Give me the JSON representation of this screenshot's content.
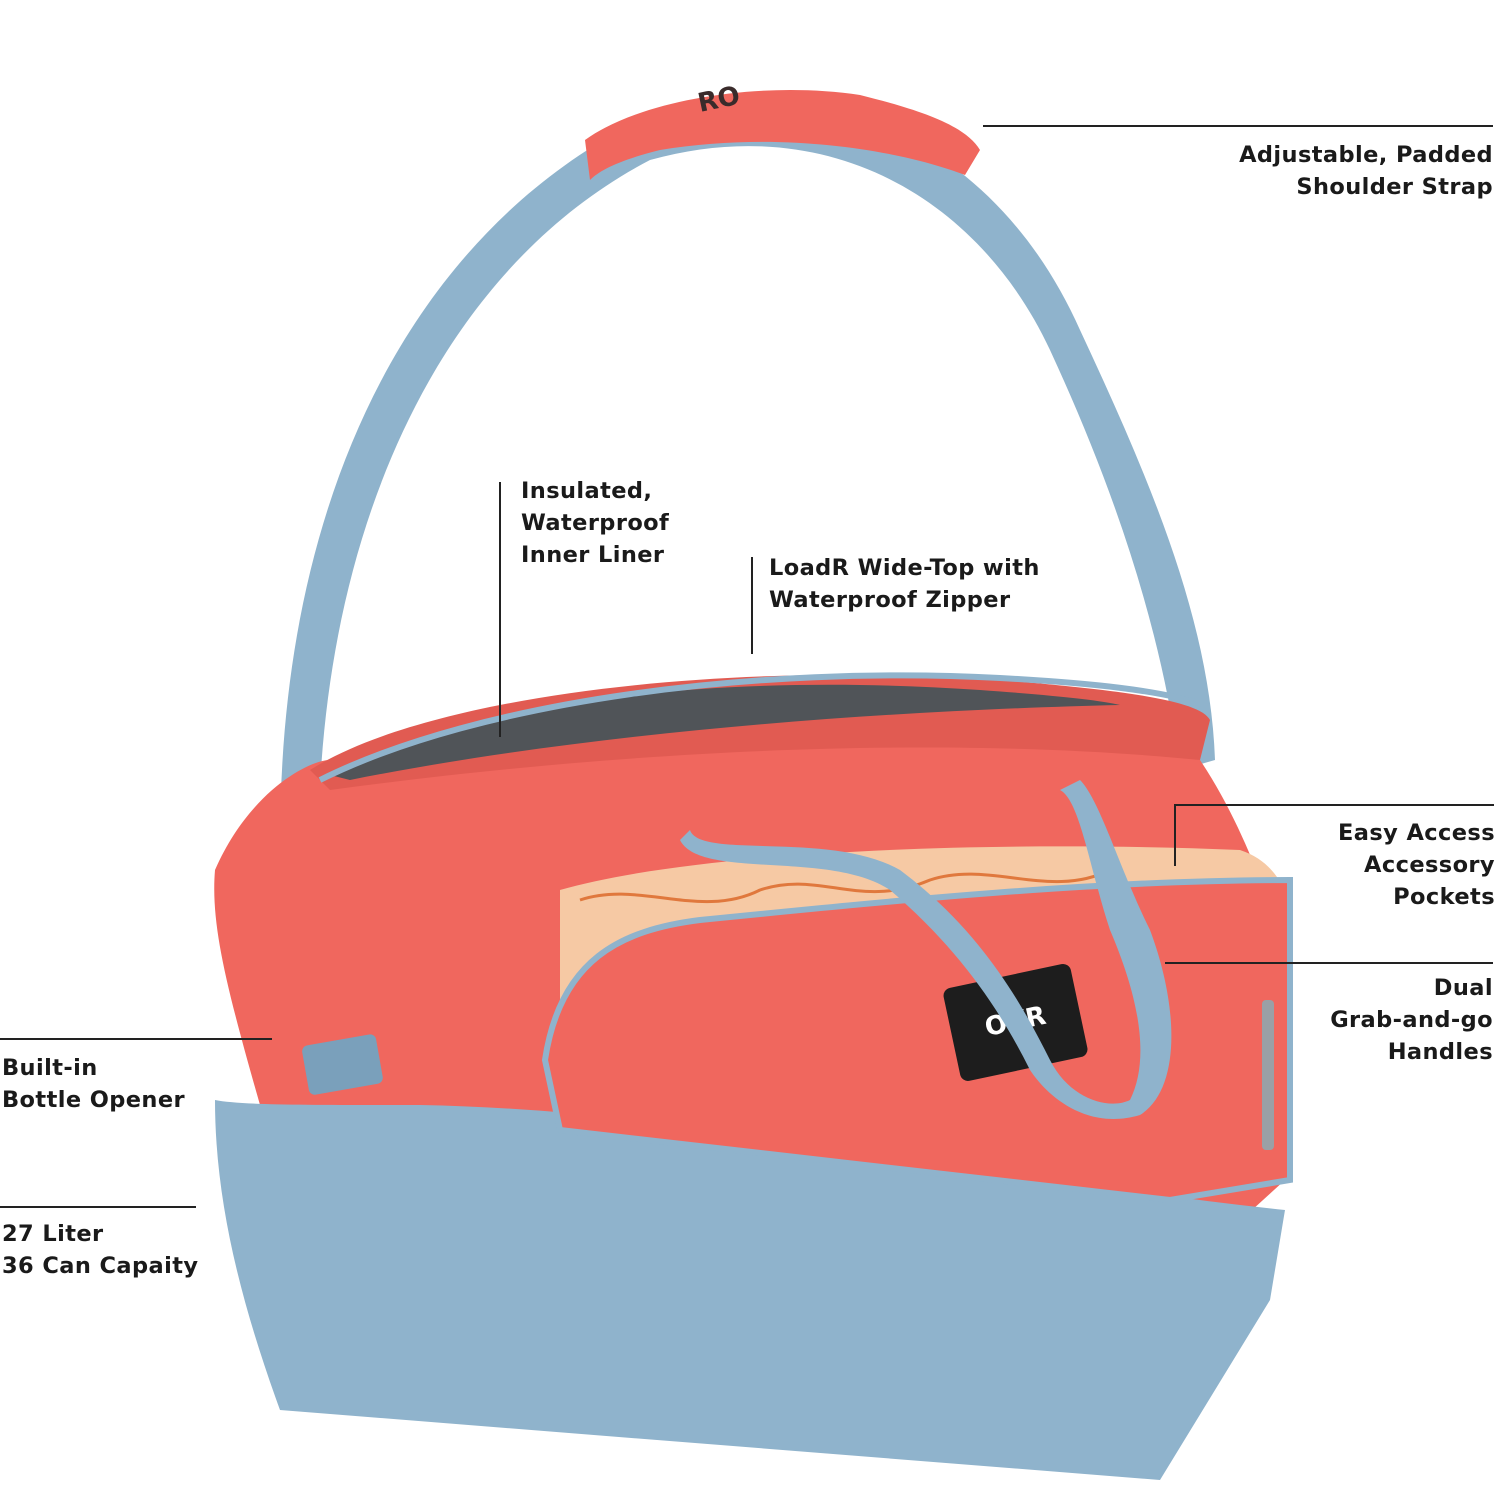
{
  "colors": {
    "coral": "#f0675e",
    "coral_dark": "#d9554e",
    "blue": "#8fb3cc",
    "blue_dark": "#7aa0bb",
    "liner_print": "#f6c9a4",
    "liner_ink": "#e0783d",
    "interior": "#505458",
    "label_badge": "#1d1d1d"
  },
  "product": {
    "badge_text": "OVR",
    "strap_logo_text": "RO"
  },
  "callouts": {
    "shoulder_strap": "Adjustable, Padded\nShoulder Strap",
    "inner_liner": "Insulated,\nWaterproof\nInner Liner",
    "wide_top": "LoadR Wide-Top with\nWaterproof Zipper",
    "accessory_pockets": "Easy Access\nAccessory\nPockets",
    "handles": "Dual\nGrab-and-go\nHandles",
    "bottle_opener": "Built-in\nBottle Opener",
    "capacity": "27 Liter\n36 Can Capaity"
  }
}
